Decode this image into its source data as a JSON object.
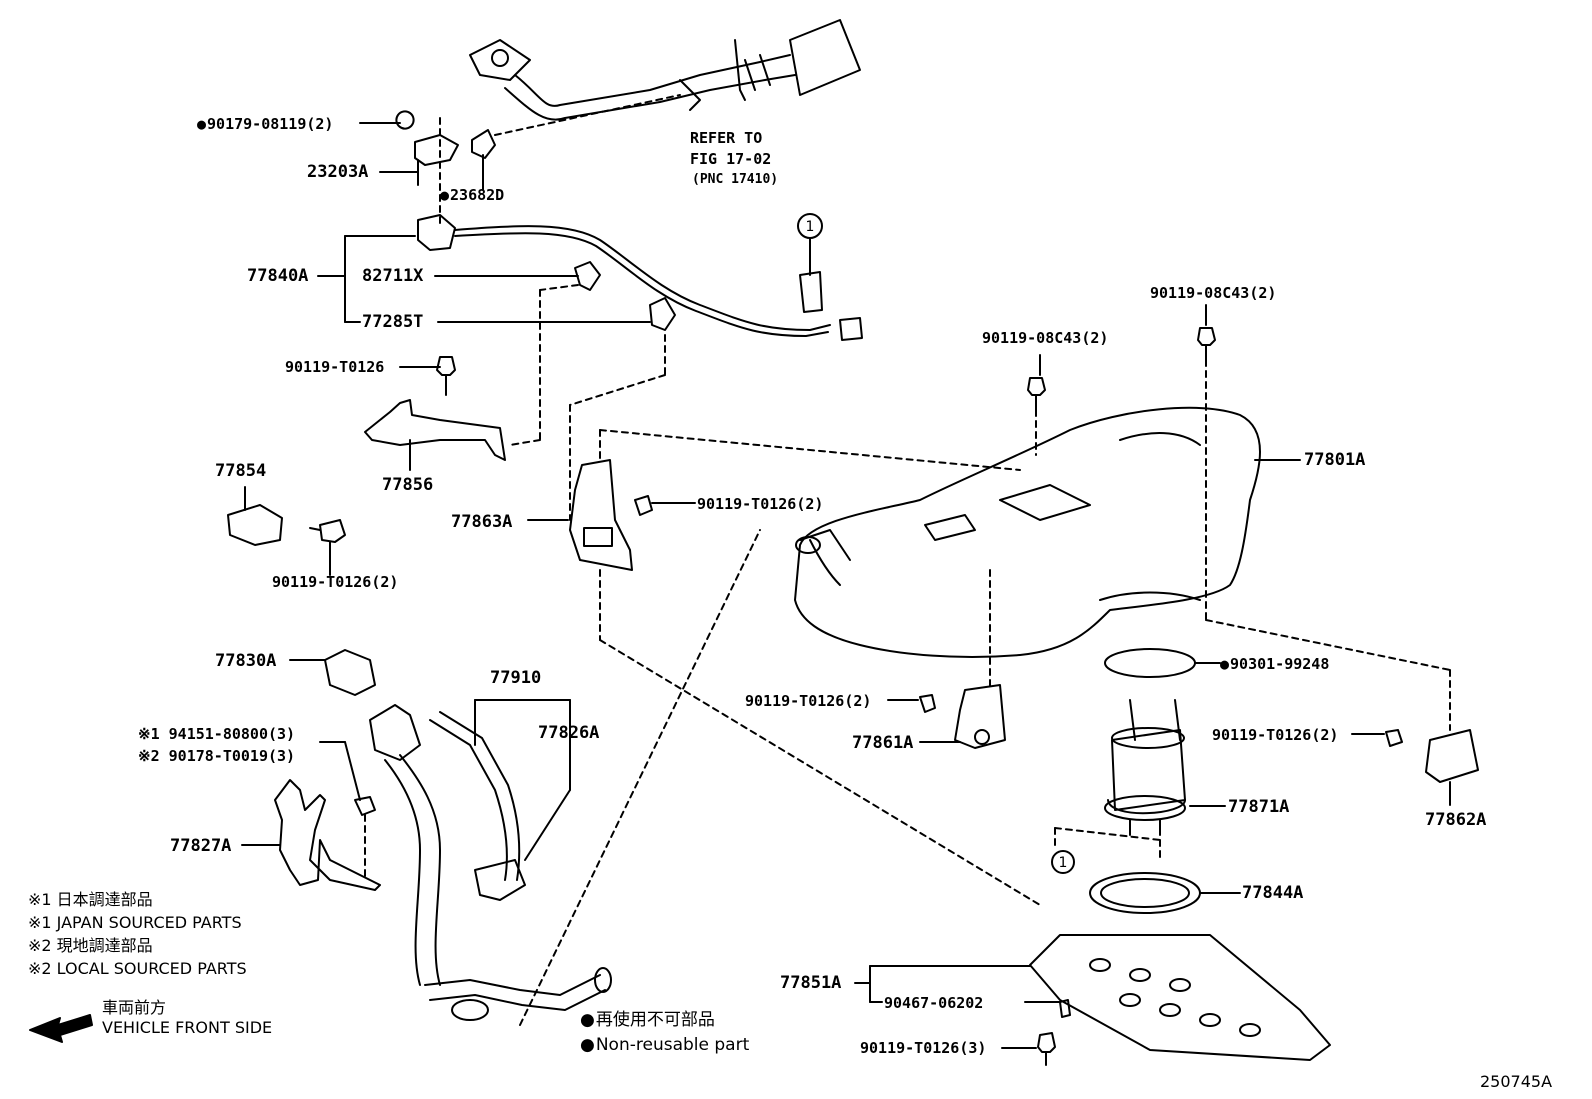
{
  "refer": {
    "line1": "REFER TO",
    "line2": "FIG 17-02",
    "line3": "(PNC 17410)"
  },
  "labels": {
    "p90179": "90179-08119(2)",
    "p23203A": "23203A",
    "p23682D": "23682D",
    "p77840A": "77840A",
    "p82711X": "82711X",
    "p77285T": "77285T",
    "p90119_T0126_a": "90119-T0126",
    "p77856": "77856",
    "p77854": "77854",
    "p90119_T0126_b": "90119-T0126(2)",
    "p77863A": "77863A",
    "p90119_T0126_c": "90119-T0126(2)",
    "p90119_08C43_a": "90119-08C43(2)",
    "p90119_08C43_b": "90119-08C43(2)",
    "p77801A": "77801A",
    "p77830A": "77830A",
    "p77910": "77910",
    "p77826A": "77826A",
    "p94151": "※1 94151-80800(3)",
    "p90178": "※2 90178-T0019(3)",
    "p77827A": "77827A",
    "p90301": "90301-99248",
    "p90119_T0126_d": "90119-T0126(2)",
    "p77861A": "77861A",
    "p90119_T0126_e": "90119-T0126(2)",
    "p77871A": "77871A",
    "p77862A": "77862A",
    "p77844A": "77844A",
    "p77851A": "77851A",
    "p90467": "90467-06202",
    "p90119_T0126_f": "90119-T0126(3)"
  },
  "circle_ref": "1",
  "notes": {
    "n1_jp": "※1 日本調達部品",
    "n1_en": "※1 JAPAN SOURCED PARTS",
    "n2_jp": "※2 現地調達部品",
    "n2_en": "※2 LOCAL SOURCED PARTS",
    "front_jp": "車両前方",
    "front_en": "VEHICLE FRONT SIDE",
    "nonreuse_jp": "再使用不可部品",
    "nonreuse_en": "Non-reusable part"
  },
  "figure_id": "250745A"
}
